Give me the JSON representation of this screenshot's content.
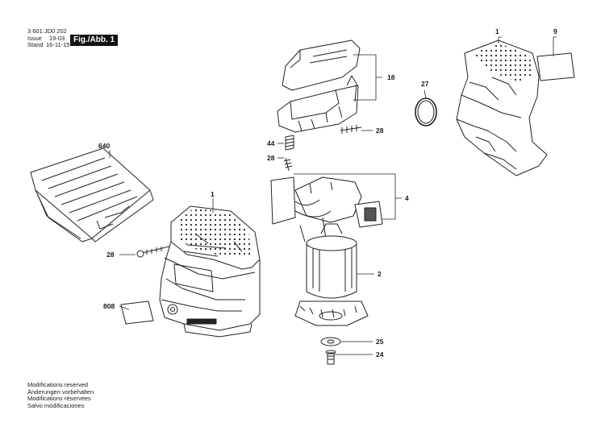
{
  "header": {
    "doc_number": "3 601 JD0 202",
    "issue_label": "Issue",
    "issue_value": "19-03",
    "stand_label": "Stand",
    "stand_value": "16-11-15",
    "figure_label": "Fig./Abb. 1"
  },
  "footer": {
    "lines": [
      "Modifications reserved",
      "Änderungen vorbehalten",
      "Modifications réservées",
      "Salvo modificaciones"
    ]
  },
  "callouts": {
    "part_1_housing_right": "1",
    "part_9": "9",
    "part_18": "18",
    "part_27": "27",
    "part_28_upper": "28",
    "part_44": "44",
    "part_28_mid": "28",
    "part_640": "640",
    "part_1_housing_left": "1",
    "part_4": "4",
    "part_28_left": "28",
    "part_2": "2",
    "part_808": "808",
    "part_25": "25",
    "part_24": "24"
  }
}
